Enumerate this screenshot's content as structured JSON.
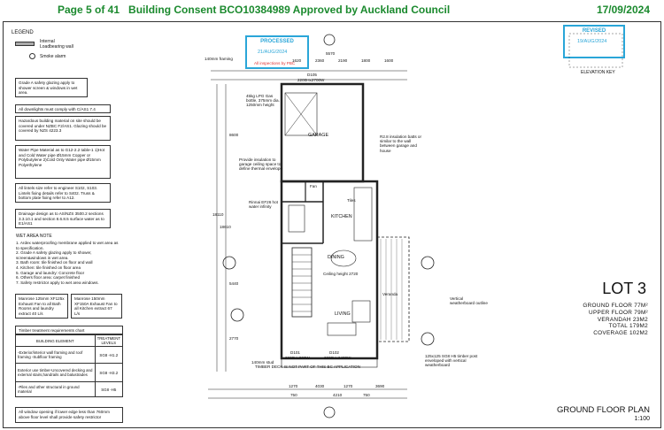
{
  "header": {
    "page": "Page 5 of 41",
    "title": "Building Consent BCO10384989 Approved by Auckland Council",
    "date": "17/09/2024"
  },
  "legend": {
    "title": "LEGEND",
    "loadbearing": "Internal Loadbearing wall",
    "smoke": "Smoke alarm"
  },
  "notes": {
    "safety_glazing": "Grade A safety glazing apply to shower screen & windows in wet area.",
    "downlights": "All downlights must comply with C/AS1 7.4",
    "hazardous": "Hazardous building material on site should be covered under NZBC F2/AS1. Glazing should be covered by NZS 4223.3",
    "water_pipe": "Water Pipe Material as to G12-2.2 table-1 1)Hot and Cold Water pipe Ø15mm Copper or Polybutylene 2)Cold Only Water pipe Ø15mm Polyethylene",
    "lintels": "All lintels size refer to engineer S102, S103. Lintels fixing details refer to S402. Truss & bottom plate fixing refer to A12.",
    "drainage": "Drainage design as to AS/NZS 3500.2 sections 3.3.10.1 and section 8.6.8.5 surface water as to E1/AS1",
    "wet_area_title": "WET AREA NOTE",
    "wet_area": [
      "1.  Ardex waterproofing membrane applied to wet area as to specification.",
      "2.  Grade A safety glazing apply to shower, screen&windows in wet area.",
      "3.  Bath room: tile finished on floor and wall",
      "4.  Kitchen:  tile finished on floor area",
      "5.  Garage and laundry:  Concrete floor",
      "6.  Others floor area:  carpet finished",
      "7.  Safety restrictor apply to wet area windows."
    ],
    "exhaust_left": "Manrose 125mm XF125x Exhaust Fan to all Bath Rooms and laundry extract 40 L/s",
    "exhaust_right": "Manrose 150mm XF150A Exhaust Fan to all Kitchen extract 67 L/s",
    "window_opening": "All window opening if lower edge less than 760mm above floor level shall provide safety restrictor"
  },
  "timber": {
    "caption": "Timber treatment requirements  chart",
    "col1": "BUILDING ELEMENT",
    "col2": "TREATMENT LEVELS",
    "rows": [
      {
        "element": "-Exterior/interior wall framing and  roof framing -Subfloor framing",
        "level": "SG8 -H1.2"
      },
      {
        "element": "Exterior use timber-Uncovered decking and external stairs,handrails and balustrades",
        "level": "SG8 -H3.2"
      },
      {
        "element": "-Piles and other structural in ground material",
        "level": "SG8 -H5"
      }
    ]
  },
  "stamps": {
    "processed": "PROCESSED",
    "processed_date": "21/AUG/2024",
    "processed_by": "All inspections by PBC",
    "revised": "REVISED",
    "revised_date": "19/AUG/2024"
  },
  "plan": {
    "framing": "140mm framing",
    "lpg": "45kg LPG Gas bottle, 375mm dia. 1250mm height",
    "garage": "GARAGE",
    "door_d105": "D105",
    "d105_size": "2200Hx2700W",
    "insulation_left": "Provide insulation to garage ceiling space to define thermal envelope",
    "insulation_right": "R2.8 insulation batts or similar to the wall between garage and house",
    "rinnai": "Rinnai EF26 hot water infinity",
    "kitchen": "KITCHEN",
    "tiles": "Tiles",
    "fan": "Fan",
    "dining": "DINING",
    "ceiling": "Ceiling height 2720",
    "living": "LIVING",
    "veranda": "Veranda",
    "vertical": "Vertical weatherboard outline",
    "post": "125x125 SG8 H5 timber post enveloped with vertical weatherboard",
    "timber_deck": "TIMBER DECK IS NOT PART OF THIS BC APPLICATION",
    "d101": "D101",
    "d101_size": "2200Hx900W",
    "d102": "D102",
    "d102_size": "2200Hx2400W",
    "stud": "140mm stud",
    "elevation_key": "ELEVATION KEY",
    "dims_top": [
      "5570",
      "1620",
      "2360",
      "2190",
      "1800",
      "1600"
    ],
    "dims_left": [
      "8600",
      "18110",
      "18610",
      "5440",
      "2770"
    ],
    "dims_bottom": [
      "1270",
      "4030",
      "1270",
      "4210",
      "750",
      "3690",
      "750"
    ]
  },
  "title_block": {
    "lot": "LOT 3",
    "areas": [
      "GROUND FLOOR 77M²",
      "UPPER FLOOR 79M²",
      "VERANDAH 23M2",
      "TOTAL 179M2",
      "COVERAGE 102M2"
    ],
    "plan_name": "GROUND FLOOR PLAN",
    "scale": "1:100"
  }
}
